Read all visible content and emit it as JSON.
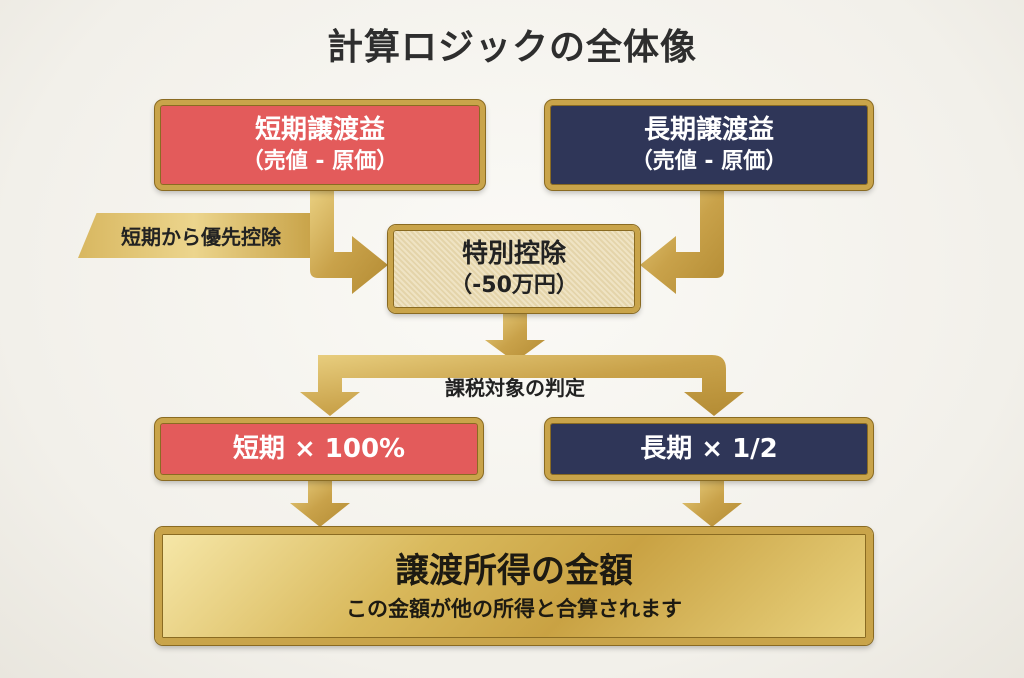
{
  "title": "計算ロジックの全体像",
  "short_gain": {
    "title": "短期譲渡益",
    "formula": "（売値 - 原価）"
  },
  "long_gain": {
    "title": "長期譲渡益",
    "formula": "（売値 - 原価）"
  },
  "priority_note": "短期から優先控除",
  "special_deduction": {
    "title": "特別控除",
    "amount": "（-50万円）"
  },
  "judgement_label": "課税対象の判定",
  "short_rate": "短期 × 100%",
  "long_rate": "長期 × 1/2",
  "result": {
    "title": "譲渡所得の金額",
    "subtitle": "この金額が他の所得と合算されます"
  },
  "colors": {
    "short": "#e35b5b",
    "long": "#2f3658",
    "gold": "#c9a44a",
    "beige": "#efe3c3"
  }
}
